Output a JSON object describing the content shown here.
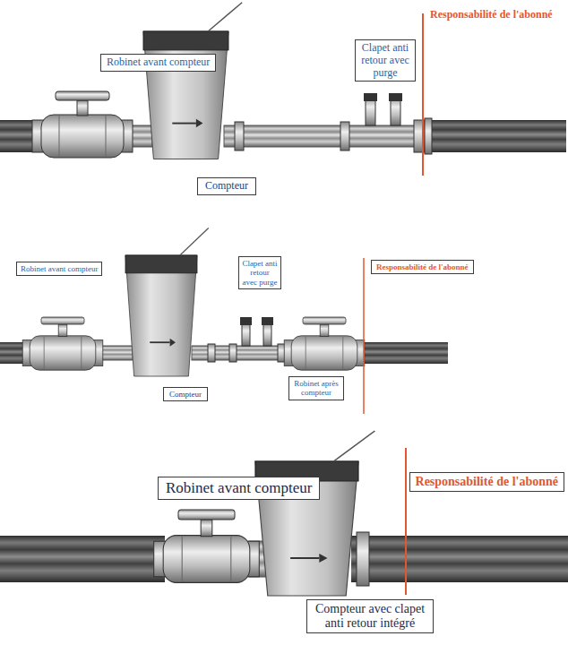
{
  "diagram": {
    "nodes": [
      {
        "text": [
          "Robinet avant compteur"
        ]
      },
      {
        "text": [
          "Clapet anti retour avec purge"
        ]
      },
      {
        "text": [
          "Compteur"
        ]
      },
      {
        "text": [
          "Robinet avant compteur"
        ]
      },
      {
        "text": [
          "Clapet anti retour avec purge"
        ]
      },
      {
        "text": [
          "Responsabilité de l'abonné"
        ]
      },
      {
        "text": [
          "Compteur"
        ]
      },
      {
        "text": [
          "Robinet après compteur"
        ]
      },
      {
        "text": [
          "Robinet avant compteur"
        ]
      },
      {
        "text": [
          "Responsabilité de l'abonné"
        ]
      },
      {
        "text": [
          "Compteur avec clapet anti retour intégré"
        ]
      }
    ],
    "labels": [
      "Responsabilité de l'abonné"
    ]
  }
}
